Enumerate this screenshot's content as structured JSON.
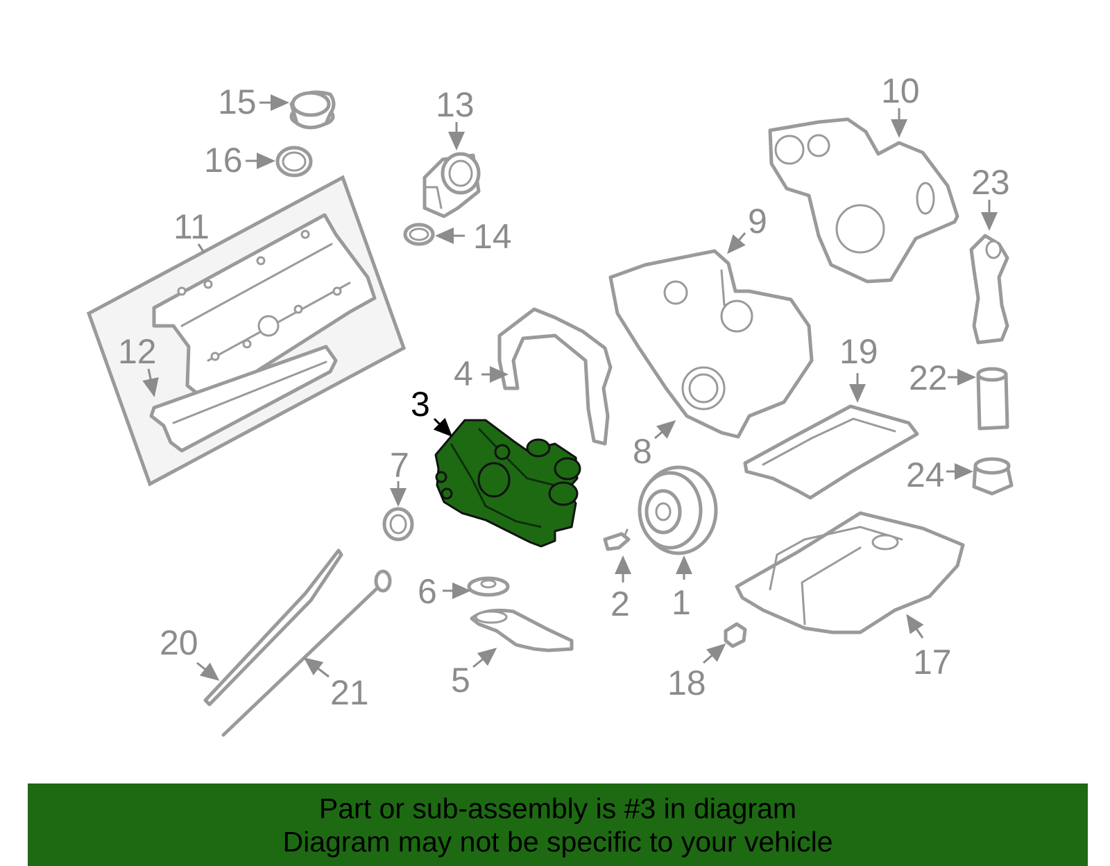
{
  "diagram": {
    "callouts": {
      "c1": "1",
      "c2": "2",
      "c3": "3",
      "c4": "4",
      "c5": "5",
      "c6": "6",
      "c7": "7",
      "c8": "8",
      "c9": "9",
      "c10": "10",
      "c11": "11",
      "c12": "12",
      "c13": "13",
      "c14": "14",
      "c15": "15",
      "c16": "16",
      "c17": "17",
      "c18": "18",
      "c19": "19",
      "c20": "20",
      "c21": "21",
      "c22": "22",
      "c23": "23",
      "c24": "24"
    },
    "highlighted_part": "3",
    "colors": {
      "highlight_fill": "#1d6a13",
      "part_outline": "#9a9a9a",
      "callout_text": "#8c8c8c",
      "banner_bg": "#1d6a13"
    }
  },
  "banner": {
    "line1": "Part or sub-assembly is #3 in diagram",
    "line2": "Diagram may not be specific to your vehicle"
  }
}
